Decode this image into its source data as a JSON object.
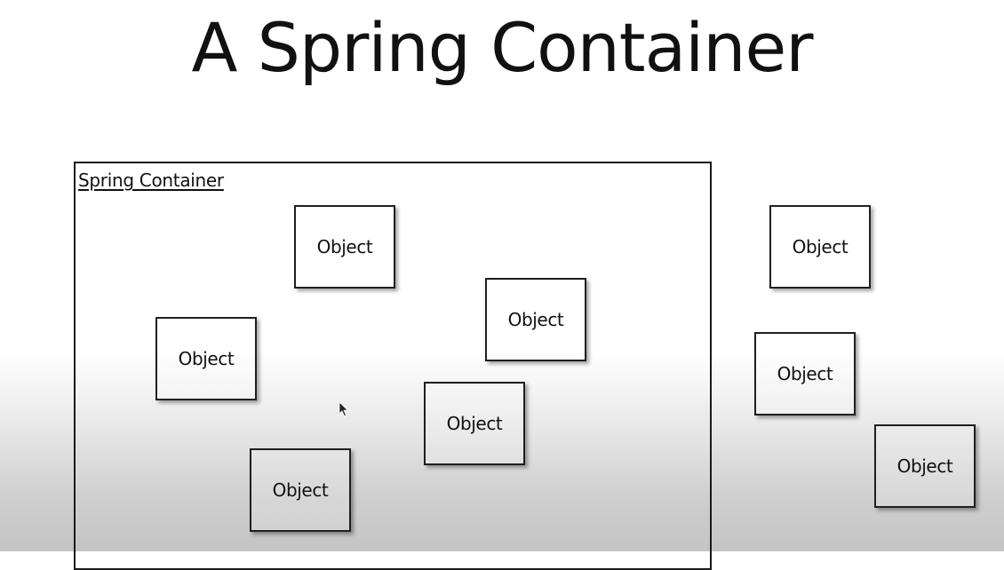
{
  "slide": {
    "title": "A Spring Container"
  },
  "container": {
    "label": "Spring Container"
  },
  "objects_inside": [
    {
      "label": "Object"
    },
    {
      "label": "Object"
    },
    {
      "label": "Object"
    },
    {
      "label": "Object"
    },
    {
      "label": "Object"
    }
  ],
  "objects_outside": [
    {
      "label": "Object"
    },
    {
      "label": "Object"
    },
    {
      "label": "Object"
    }
  ],
  "colors": {
    "border": "#1a1a1a",
    "text": "#111111",
    "background_top": "#ffffff",
    "background_bottom": "#c4c4c4"
  },
  "icons": {
    "cursor": "mouse-pointer-icon"
  }
}
